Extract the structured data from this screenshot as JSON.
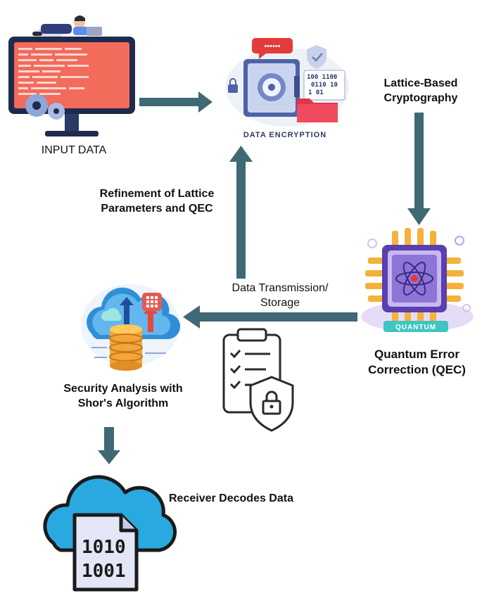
{
  "nodes": {
    "input": {
      "label": "INPUT DATA"
    },
    "encryption": {
      "caption": "DATA ENCRYPTION",
      "pin": "••••••",
      "binary": [
        "100 1100",
        "0110 10",
        "1 01"
      ]
    },
    "qec": {
      "label_line1": "Quantum Error",
      "label_line2": "Correction (QEC)",
      "chip_tag": "QUANTUM"
    },
    "analysis": {
      "label_line1": "Security Analysis with",
      "label_line2": "Shor's Algorithm"
    },
    "receiver": {
      "label": "Receiver Decodes Data",
      "binary": [
        "1010",
        "1001"
      ]
    }
  },
  "edges": {
    "lattice": {
      "label_line1": "Lattice-Based",
      "label_line2": "Cryptography"
    },
    "refinement": {
      "label_line1": "Refinement of Lattice",
      "label_line2": "Parameters and QEC"
    },
    "transmission": {
      "label_line1": "Data Transmission/",
      "label_line2": "Storage"
    }
  },
  "colors": {
    "arrow": "#3f6974",
    "screen": "#f26b5b",
    "cloud": "#29a8e0",
    "chip": "#8f74d8",
    "gold": "#f4b23a"
  }
}
